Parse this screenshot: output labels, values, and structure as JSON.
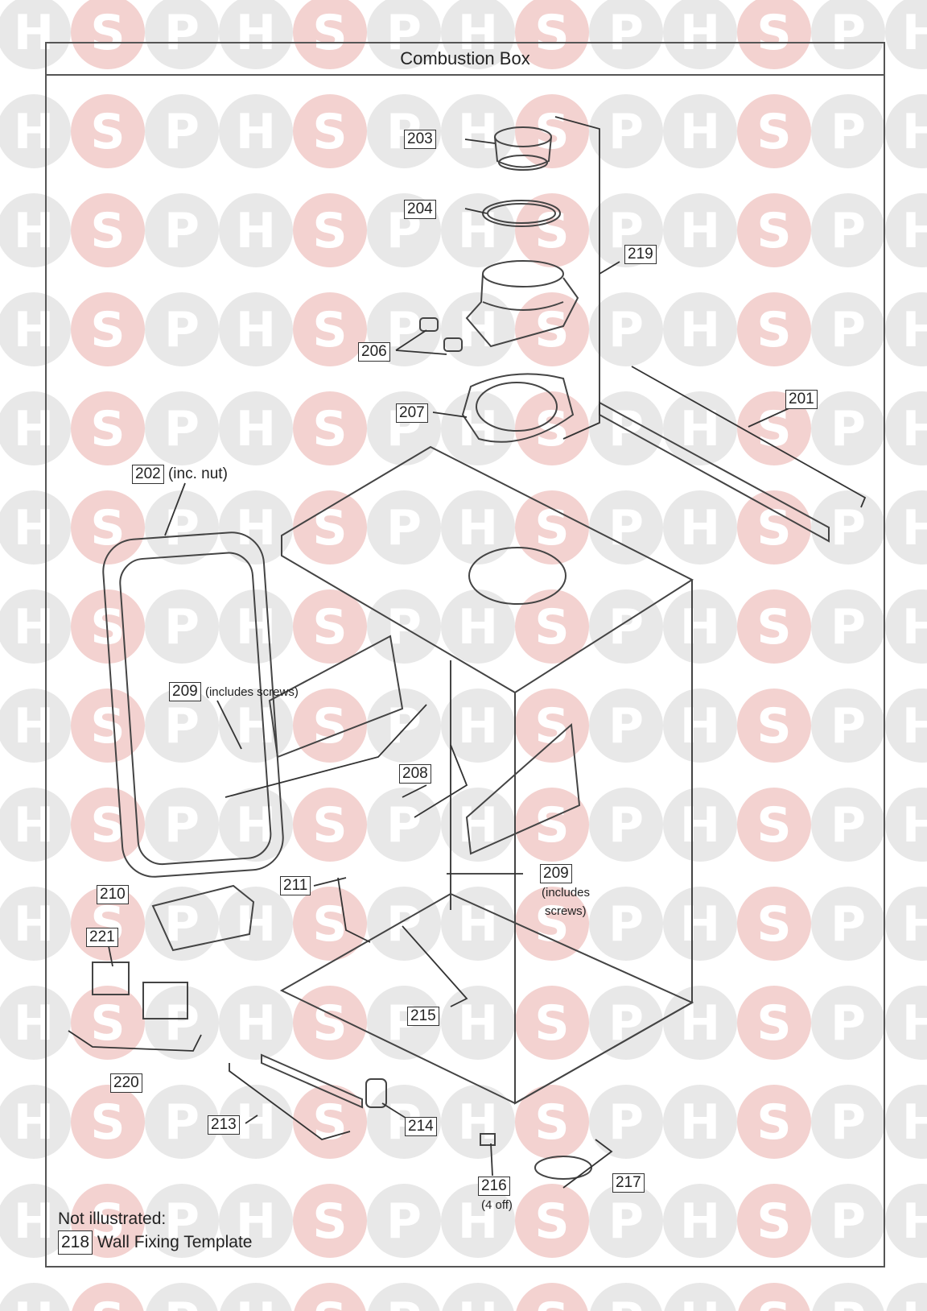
{
  "title": "Combustion Box",
  "watermark_letters": [
    "H",
    "S",
    "P"
  ],
  "colors": {
    "watermark_circle": "#e8e8e8",
    "watermark_accent": "#f3d2d0",
    "watermark_letter": "#ffffff",
    "line": "#333333"
  },
  "callouts": {
    "c203": "203",
    "c204": "204",
    "c219": "219",
    "c206": "206",
    "c207": "207",
    "c201": "201",
    "c202": "202",
    "c202_note": "(inc. nut)",
    "c209a": "209",
    "c209a_note": "(includes screws)",
    "c208": "208",
    "c211": "211",
    "c209b": "209",
    "c209b_note1": "(includes",
    "c209b_note2": "screws)",
    "c210": "210",
    "c221": "221",
    "c215": "215",
    "c220": "220",
    "c213": "213",
    "c214": "214",
    "c216": "216",
    "c216_note": "(4 off)",
    "c217": "217"
  },
  "footer": {
    "heading": "Not illustrated:",
    "item_number": "218",
    "item_label": "Wall Fixing Template"
  }
}
